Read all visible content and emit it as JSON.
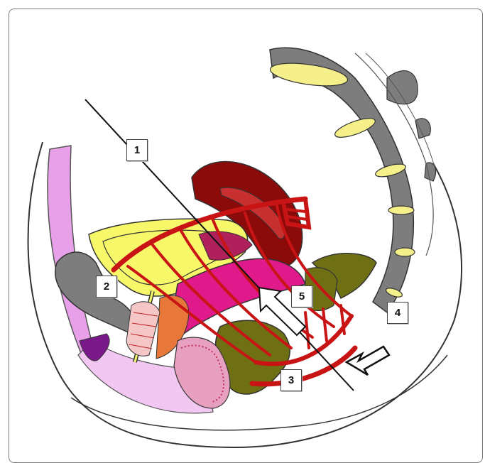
{
  "colors": {
    "uterus": "#8b0a0a",
    "rectum": "#6f6f14",
    "sacrum": "#7d7d7d",
    "disc": "#f5f08a",
    "bladder": "#f7f76a",
    "vagina": "#e01a8a",
    "sling": "#c81414",
    "pubis": "#e8a0e8"
  },
  "labels": [
    {
      "id": "1",
      "text": "1"
    },
    {
      "id": "2",
      "text": "2"
    },
    {
      "id": "3",
      "text": "3"
    },
    {
      "id": "4",
      "text": "4"
    },
    {
      "id": "5",
      "text": "5"
    }
  ]
}
